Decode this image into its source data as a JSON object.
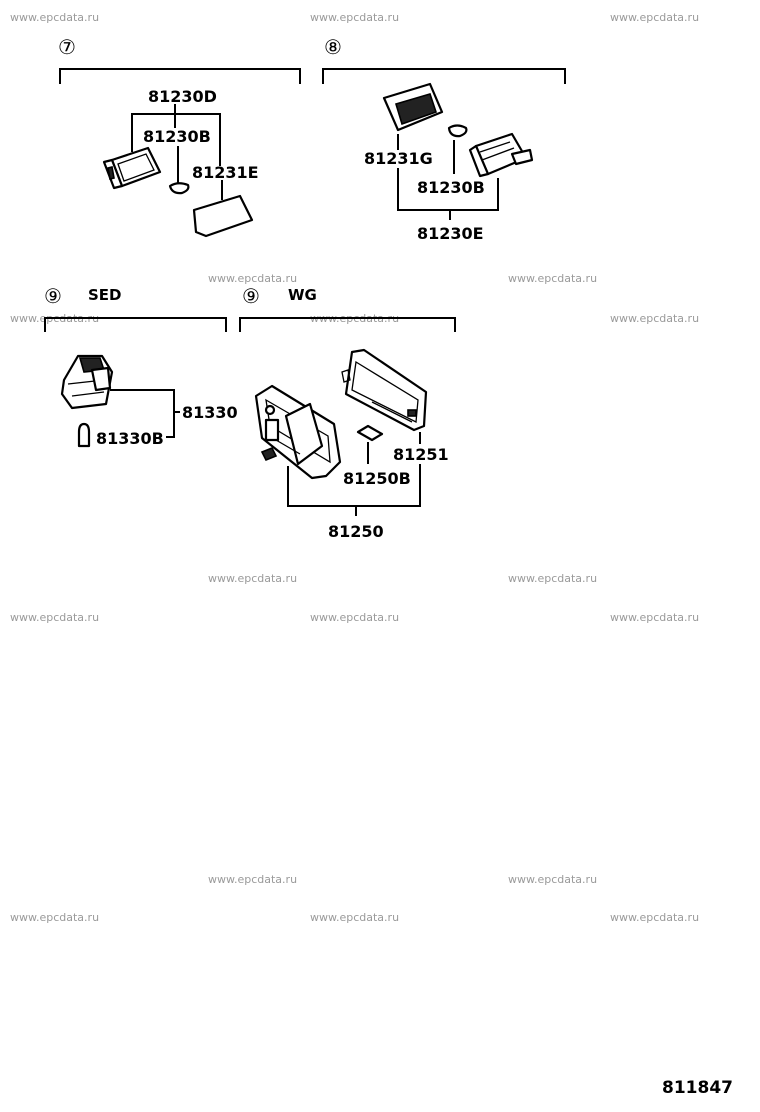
{
  "watermark": "www.epcdata.ru",
  "groups": {
    "g7": {
      "number": "⑦"
    },
    "g8": {
      "number": "⑧"
    },
    "g9sed": {
      "number": "⑨",
      "label": "SED"
    },
    "g9wg": {
      "number": "⑨",
      "label": "WG"
    }
  },
  "parts": {
    "p81230D": "81230D",
    "p81230B_a": "81230B",
    "p81231E": "81231E",
    "p81231G": "81231G",
    "p81230B_b": "81230B",
    "p81230E": "81230E",
    "p81330": "81330",
    "p81330B": "81330B",
    "p81251": "81251",
    "p81250B": "81250B",
    "p81250": "81250"
  },
  "diagram_code": "811847"
}
